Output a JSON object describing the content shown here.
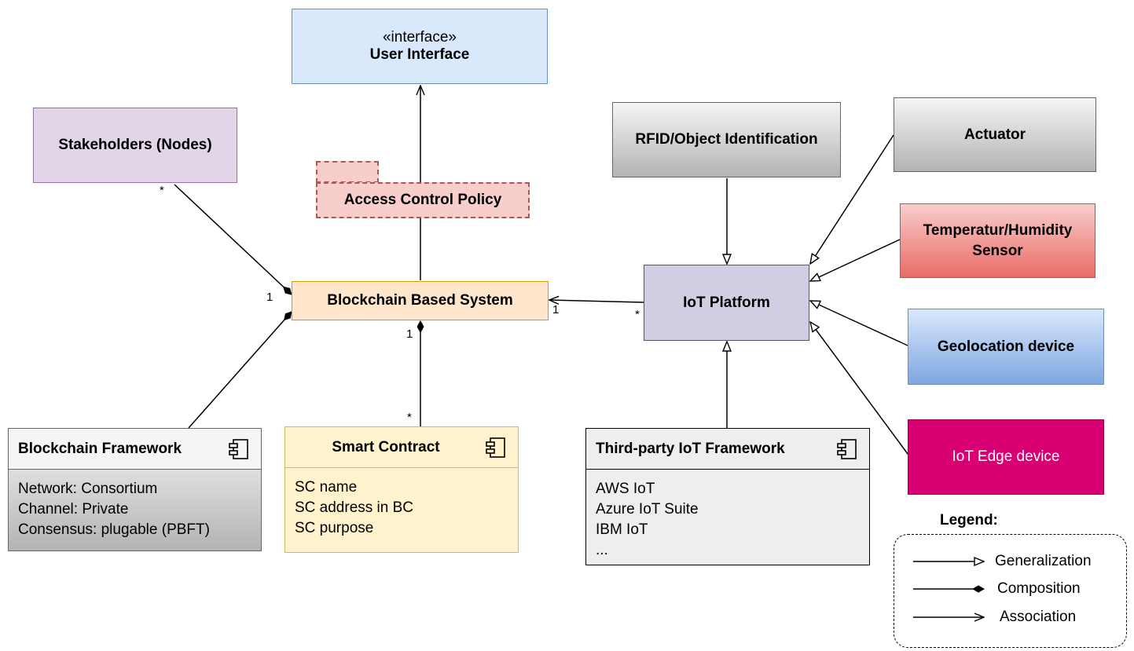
{
  "user_interface": {
    "stereotype": "«interface»",
    "name": "User Interface"
  },
  "stakeholders": {
    "name": "Stakeholders (Nodes)"
  },
  "access_control_policy": {
    "name": "Access Control Policy"
  },
  "rfid": {
    "name": "RFID/Object Identification"
  },
  "actuator": {
    "name": "Actuator"
  },
  "temperature_sensor": {
    "line1": "Temperatur/Humidity",
    "line2": "Sensor"
  },
  "blockchain_system": {
    "name": "Blockchain Based System"
  },
  "iot_platform": {
    "name": "IoT Platform"
  },
  "geolocation": {
    "name": "Geolocation device"
  },
  "edge_device": {
    "name": "IoT Edge device"
  },
  "blockchain_framework": {
    "name": "Blockchain Framework",
    "items": [
      "Network: Consortium",
      "Channel: Private",
      "Consensus: plugable (PBFT)"
    ]
  },
  "smart_contract": {
    "name": "Smart Contract",
    "items": [
      "SC name",
      "SC address in BC",
      "SC purpose"
    ]
  },
  "third_party": {
    "name": "Third-party IoT Framework",
    "items": [
      "AWS IoT",
      "Azure IoT Suite",
      "IBM IoT",
      "..."
    ]
  },
  "multiplicities": {
    "stakeholders_many": "*",
    "bbs_stakeholders_one": "1",
    "bbs_smart_contract_one": "1",
    "smart_contract_many": "*",
    "bbs_iot_one": "1",
    "iot_many": "*"
  },
  "legend": {
    "title": "Legend:",
    "generalization": "Generalization",
    "composition": "Composition",
    "association": "Association"
  },
  "colors": {
    "blue_fill": "#dae8fc",
    "blue_stroke": "#6c8ebf",
    "purple_fill": "#e1d5e7",
    "purple_stroke": "#9673a6",
    "red_fill": "#f8cecc",
    "red_stroke": "#b85450",
    "orange_fill": "#ffe6cc",
    "orange_stroke": "#d79b00",
    "yellow_fill": "#fff2cc",
    "yellow_stroke": "#d6b656",
    "lavender_fill": "#d0cee2",
    "lavender_stroke": "#56517e",
    "magenta_fill": "#d80073",
    "magenta_stroke": "#a50040"
  }
}
